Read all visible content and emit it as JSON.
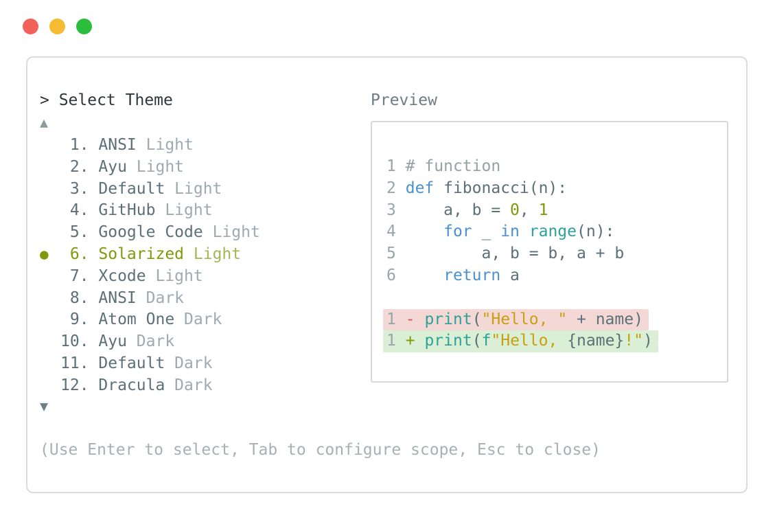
{
  "window": {
    "traffic_lights": [
      {
        "name": "close",
        "color": "#f3615b"
      },
      {
        "name": "minimize",
        "color": "#f5bb32"
      },
      {
        "name": "zoom",
        "color": "#2cbd3d"
      }
    ]
  },
  "picker": {
    "prompt": "> Select Theme",
    "scroll_up_indicator": "▲",
    "scroll_down_indicator": "▼",
    "selected_bullet": "●",
    "help_text": "(Use Enter to select, Tab to configure scope, Esc to close)",
    "items": [
      {
        "number": " 1.",
        "name": "ANSI",
        "variant": "Light",
        "selected": false
      },
      {
        "number": " 2.",
        "name": "Ayu",
        "variant": "Light",
        "selected": false
      },
      {
        "number": " 3.",
        "name": "Default",
        "variant": "Light",
        "selected": false
      },
      {
        "number": " 4.",
        "name": "GitHub",
        "variant": "Light",
        "selected": false
      },
      {
        "number": " 5.",
        "name": "Google Code",
        "variant": "Light",
        "selected": false
      },
      {
        "number": " 6.",
        "name": "Solarized",
        "variant": "Light",
        "selected": true
      },
      {
        "number": " 7.",
        "name": "Xcode",
        "variant": "Light",
        "selected": false
      },
      {
        "number": " 8.",
        "name": "ANSI",
        "variant": "Dark",
        "selected": false
      },
      {
        "number": " 9.",
        "name": "Atom One",
        "variant": "Dark",
        "selected": false
      },
      {
        "number": "10.",
        "name": "Ayu",
        "variant": "Dark",
        "selected": false
      },
      {
        "number": "11.",
        "name": "Default",
        "variant": "Dark",
        "selected": false
      },
      {
        "number": "12.",
        "name": "Dracula",
        "variant": "Dark",
        "selected": false
      }
    ]
  },
  "preview": {
    "label": "Preview",
    "lines": [
      {
        "num": "1",
        "highlight": null,
        "segments": [
          {
            "text": " ",
            "color": "text"
          },
          {
            "text": "# function",
            "color": "comment"
          }
        ]
      },
      {
        "num": "2",
        "highlight": null,
        "segments": [
          {
            "text": " ",
            "color": "text"
          },
          {
            "text": "def",
            "color": "keyword"
          },
          {
            "text": " fibonacci(n):",
            "color": "text"
          }
        ]
      },
      {
        "num": "3",
        "highlight": null,
        "segments": [
          {
            "text": "     a, b = ",
            "color": "text"
          },
          {
            "text": "0",
            "color": "number"
          },
          {
            "text": ", ",
            "color": "text"
          },
          {
            "text": "1",
            "color": "number"
          }
        ]
      },
      {
        "num": "4",
        "highlight": null,
        "segments": [
          {
            "text": "     ",
            "color": "text"
          },
          {
            "text": "for",
            "color": "keyword"
          },
          {
            "text": " _ ",
            "color": "text"
          },
          {
            "text": "in",
            "color": "keyword"
          },
          {
            "text": " ",
            "color": "text"
          },
          {
            "text": "range",
            "color": "builtin"
          },
          {
            "text": "(n):",
            "color": "text"
          }
        ]
      },
      {
        "num": "5",
        "highlight": null,
        "segments": [
          {
            "text": "         a, b = b, a + b",
            "color": "text"
          }
        ]
      },
      {
        "num": "6",
        "highlight": null,
        "segments": [
          {
            "text": "     ",
            "color": "text"
          },
          {
            "text": "return",
            "color": "keyword"
          },
          {
            "text": " a",
            "color": "text"
          }
        ]
      },
      {
        "num": "",
        "highlight": null,
        "segments": []
      },
      {
        "num": "1",
        "highlight": "removed",
        "segments": [
          {
            "text": " ",
            "color": "text"
          },
          {
            "text": "-",
            "color": "removed"
          },
          {
            "text": " ",
            "color": "text"
          },
          {
            "text": "print",
            "color": "builtin"
          },
          {
            "text": "(",
            "color": "text"
          },
          {
            "text": "\"Hello, \"",
            "color": "string"
          },
          {
            "text": " + name)",
            "color": "text"
          }
        ]
      },
      {
        "num": "1",
        "highlight": "added",
        "segments": [
          {
            "text": " ",
            "color": "text"
          },
          {
            "text": "+",
            "color": "added"
          },
          {
            "text": " ",
            "color": "text"
          },
          {
            "text": "print",
            "color": "builtin"
          },
          {
            "text": "(",
            "color": "text"
          },
          {
            "text": "f",
            "color": "builtin"
          },
          {
            "text": "\"Hello, ",
            "color": "string"
          },
          {
            "text": "{name}",
            "color": "text"
          },
          {
            "text": "!\"",
            "color": "string"
          },
          {
            "text": ")",
            "color": "text"
          }
        ]
      }
    ]
  },
  "colors": {
    "comment": "#95a1a2",
    "keyword": "#4a90d2",
    "text": "#5c7078",
    "number": "#82980a",
    "builtin": "#2fa198",
    "string": "#c9a011",
    "removed": "#d65551",
    "added": "#82980a",
    "removed_bg": "#f4d8d6",
    "added_bg": "#dbeed6",
    "line_number": "#9aa5aa",
    "item_name": "#5c7078",
    "item_variant": "#9faab0",
    "selected_name": "#82980a",
    "selected_variant": "#a5b754",
    "help": "#a7b1b3"
  }
}
